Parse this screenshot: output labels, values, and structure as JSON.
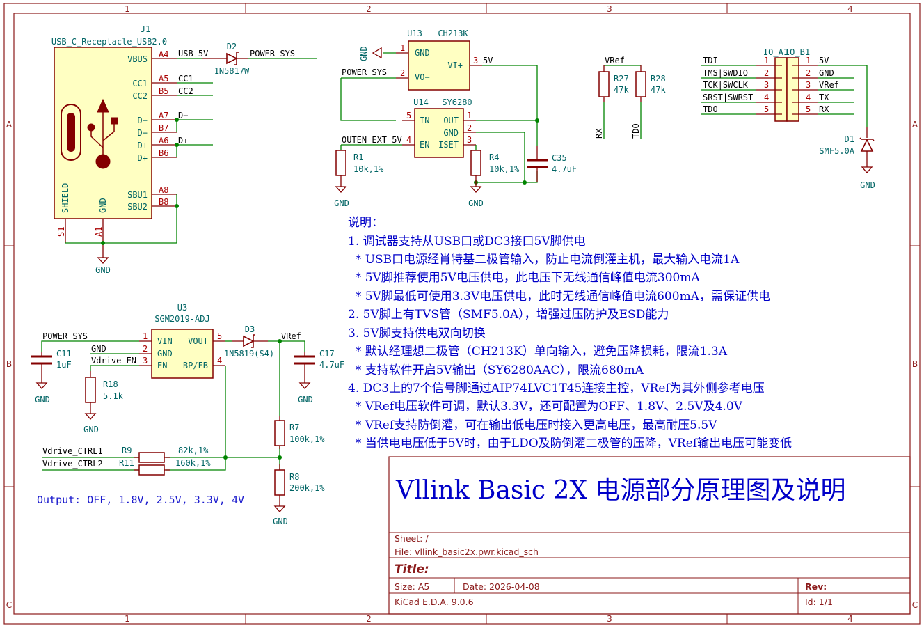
{
  "border": {
    "columns": [
      "1",
      "2",
      "3",
      "4"
    ],
    "rows": [
      "A",
      "B",
      "C"
    ]
  },
  "usb": {
    "ref": "J1",
    "value": "USB_C_Receptacle_USB2.0",
    "pins": [
      {
        "name": "VBUS",
        "num": "A4",
        "net": "USB_5V"
      },
      {
        "name": "CC1",
        "num": "A5",
        "net": "CC1"
      },
      {
        "name": "CC2",
        "num": "B5",
        "net": "CC2"
      },
      {
        "name": "D−",
        "num": "A7",
        "net": "D−"
      },
      {
        "name": "D−",
        "num": "B7",
        "net": ""
      },
      {
        "name": "D+",
        "num": "A6",
        "net": "D+"
      },
      {
        "name": "D+",
        "num": "B6",
        "net": ""
      },
      {
        "name": "SBU1",
        "num": "A8",
        "net": ""
      },
      {
        "name": "SBU2",
        "num": "B8",
        "net": ""
      }
    ],
    "shield_name": "SHIELD",
    "shield_num": "S1",
    "gnd_name": "GND",
    "gnd_num": "A1",
    "gnd_label": "GND"
  },
  "d2": {
    "ref": "D2",
    "value": "1N5817W",
    "net_out": "POWER_SYS"
  },
  "u13": {
    "ref": "U13",
    "value": "CH213K",
    "pins": [
      {
        "name": "GND",
        "num": "1"
      },
      {
        "name": "VO−",
        "num": "2",
        "net": "POWER_SYS"
      },
      {
        "name": "VI+",
        "num": "3",
        "net": "5V"
      }
    ],
    "gnd_label": "GND"
  },
  "u14": {
    "ref": "U14",
    "value": "SY6280",
    "pins": [
      {
        "name": "OUT",
        "num": "1"
      },
      {
        "name": "GND",
        "num": "2"
      },
      {
        "name": "ISET",
        "num": "3"
      },
      {
        "name": "EN",
        "num": "4",
        "net": "OUTEN_EXT_5V"
      },
      {
        "name": "IN",
        "num": "5"
      }
    ]
  },
  "r1": {
    "ref": "R1",
    "value": "10k,1%",
    "gnd_label": "GND"
  },
  "r4": {
    "ref": "R4",
    "value": "10k,1%",
    "gnd_label": "GND"
  },
  "c35": {
    "ref": "C35",
    "value": "4.7uF"
  },
  "pullups": {
    "net": "VRef",
    "r27": {
      "ref": "R27",
      "value": "47k",
      "net": "RX"
    },
    "r28": {
      "ref": "R28",
      "value": "47k",
      "net": "TDO"
    }
  },
  "header": {
    "ref_a": "IO_A1",
    "ref_b": "IO_B1",
    "left": [
      {
        "num": "1",
        "net": "TDI"
      },
      {
        "num": "2",
        "net": "TMS|SWDIO"
      },
      {
        "num": "3",
        "net": "TCK|SWCLK"
      },
      {
        "num": "4",
        "net": "SRST|SWRST"
      },
      {
        "num": "5",
        "net": "TDO"
      }
    ],
    "right": [
      {
        "num": "1",
        "net": "5V"
      },
      {
        "num": "2",
        "net": "GND"
      },
      {
        "num": "3",
        "net": "VRef"
      },
      {
        "num": "4",
        "net": "TX"
      },
      {
        "num": "5",
        "net": "RX"
      }
    ]
  },
  "d1": {
    "ref": "D1",
    "value": "SMF5.0A",
    "gnd_label": "GND"
  },
  "u3": {
    "ref": "U3",
    "value": "SGM2019-ADJ",
    "pins": [
      {
        "name": "VIN",
        "num": "1",
        "net": "POWER_SYS"
      },
      {
        "name": "GND",
        "num": "2",
        "net": "GND"
      },
      {
        "name": "EN",
        "num": "3",
        "net": "Vdrive_EN"
      },
      {
        "name": "BP/FB",
        "num": "4"
      },
      {
        "name": "VOUT",
        "num": "5"
      }
    ]
  },
  "c11": {
    "ref": "C11",
    "value": "1uF",
    "gnd_label": "GND"
  },
  "r18": {
    "ref": "R18",
    "value": "5.1k",
    "gnd_label": "GND"
  },
  "d3": {
    "ref": "D3",
    "value": "1N5819(S4)",
    "net_out": "VRef"
  },
  "c17": {
    "ref": "C17",
    "value": "4.7uF",
    "gnd_label": "GND"
  },
  "r7": {
    "ref": "R7",
    "value": "100k,1%"
  },
  "r8": {
    "ref": "R8",
    "value": "200k,1%",
    "gnd_label": "GND"
  },
  "r9": {
    "ref": "R9",
    "value": "82k,1%",
    "net": "Vdrive_CTRL1"
  },
  "r11": {
    "ref": "R11",
    "value": "160k,1%",
    "net": "Vdrive_CTRL2"
  },
  "output_note": "Output: OFF, 1.8V, 2.5V, 3.3V, 4V",
  "notes": [
    "说明：",
    "1. 调试器支持从USB口或DC3接口5V脚供电",
    "  * USB口电源经肖特基二极管输入，防止电流倒灌主机，最大输入电流1A",
    "  * 5V脚推荐使用5V电压供电，此电压下无线通信峰值电流300mA",
    "  * 5V脚最低可使用3.3V电压供电，此时无线通信峰值电流600mA，需保证供电",
    "2. 5V脚上有TVS管（SMF5.0A），增强过压防护及ESD能力",
    "3. 5V脚支持供电双向切换",
    "  * 默认经理想二极管（CH213K）单向输入，避免压降损耗，限流1.3A",
    "  * 支持软件开启5V输出（SY6280AAC），限流680mA",
    "4. DC3上的7个信号脚通过AIP74LVC1T45连接主控，VRef为其外侧参考电压",
    "  * VRef电压软件可调，默认3.3V，还可配置为OFF、1.8V、2.5V及4.0V",
    "  * VRef支持防倒灌，可在输出低电压时接入更高电压，最高耐压5.5V",
    "  * 当供电电压低于5V时，由于LDO及防倒灌二极管的压降，VRef输出电压可能变低"
  ],
  "title_block": {
    "banner": "Vllink Basic 2X 电源部分原理图及说明",
    "sheet": "Sheet: /",
    "file": "File: vllink_basic2x.pwr.kicad_sch",
    "title": "Title:",
    "size": "Size: A5",
    "date": "Date: 2026-04-08",
    "rev": "Rev:",
    "tool": "KiCad E.D.A. 9.0.6",
    "id": "Id: 1/1"
  }
}
